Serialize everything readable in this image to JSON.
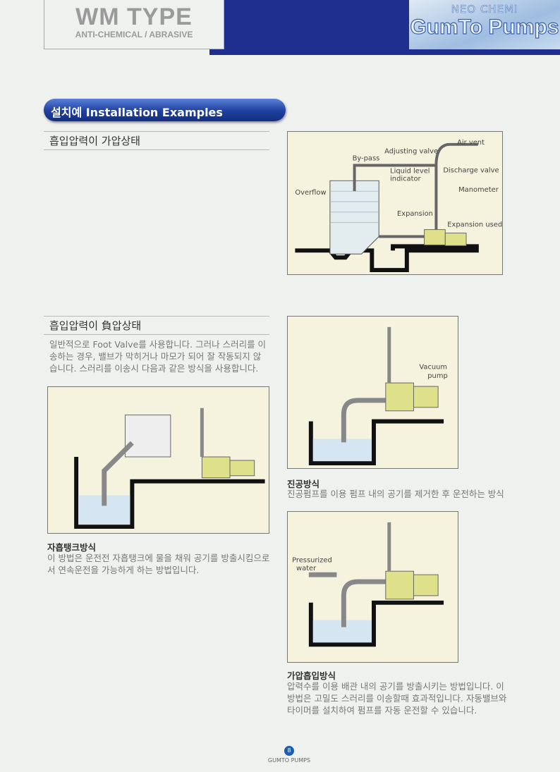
{
  "header": {
    "type_title": "WM TYPE",
    "type_subtitle": "ANTI-CHEMICAL / ABRASIVE",
    "brand_top": "NEO CHEMI",
    "brand_main": "GumTo Pumps"
  },
  "section": {
    "title": "설치예 Installation Examples"
  },
  "positive": {
    "heading": "흡입압력이 가압상태",
    "diagram_labels": {
      "air_vent": "Air vent",
      "adjusting_valve": "Adjusting valve",
      "bypass": "By-pass",
      "liquid_level_1": "Liquid level",
      "liquid_level_2": "indicator",
      "discharge_valve": "Discharge valve",
      "manometer": "Manometer",
      "overflow": "Overflow",
      "expansion": "Expansion",
      "expansion_used": "Expansion used"
    }
  },
  "negative": {
    "heading": "흡입압력이 負압상태",
    "text": "일반적으로 Foot Valve를 사용합니다. 그러나 스러리를 이송하는 경우, 밸브가 막히거나 마모가 되어 잘 작동되지 않습니다. 스러리를 이송시 다음과 같은 방식을 사용합니다."
  },
  "self_priming": {
    "caption": "자흡탱크방식",
    "text": "이 방법은 운전전 자흡탱크에 물을 채워 공기를 방출시킴으로서 연속운전을 가능하게 하는 방법입니다."
  },
  "vacuum": {
    "caption": "진공방식",
    "text": "진공펌프를 이용 펌프 내의 공기를 제거한 후 운전하는 방식",
    "label_1": "Vacuum",
    "label_2": "pump"
  },
  "pressurized": {
    "caption": "가압흡입방식",
    "text": "압력수를 이용 배관 내의 공기를 방출시키는 방법입니다. 이 방법은 고밀도 스러리를 이송할때 효과적입니다. 자동밸브와 타이머를 설치하여 펌프를 자동 운전할 수 있습니다.",
    "label_1": "Pressurized",
    "label_2": "water"
  },
  "footer": {
    "page": "8",
    "brand": "GUMTO PUMPS"
  }
}
